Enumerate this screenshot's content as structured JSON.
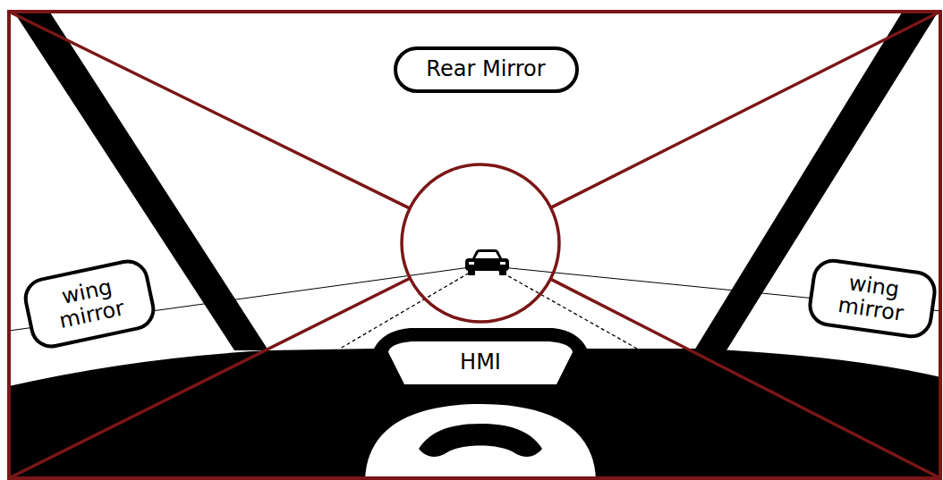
{
  "diagram": {
    "nodes": [
      {
        "text": [
          "Rear Mirror"
        ]
      },
      {
        "text": [
          "wing mirror"
        ]
      },
      {
        "text": [
          "wing mirror"
        ]
      },
      {
        "text": [
          "HMI"
        ]
      }
    ]
  }
}
